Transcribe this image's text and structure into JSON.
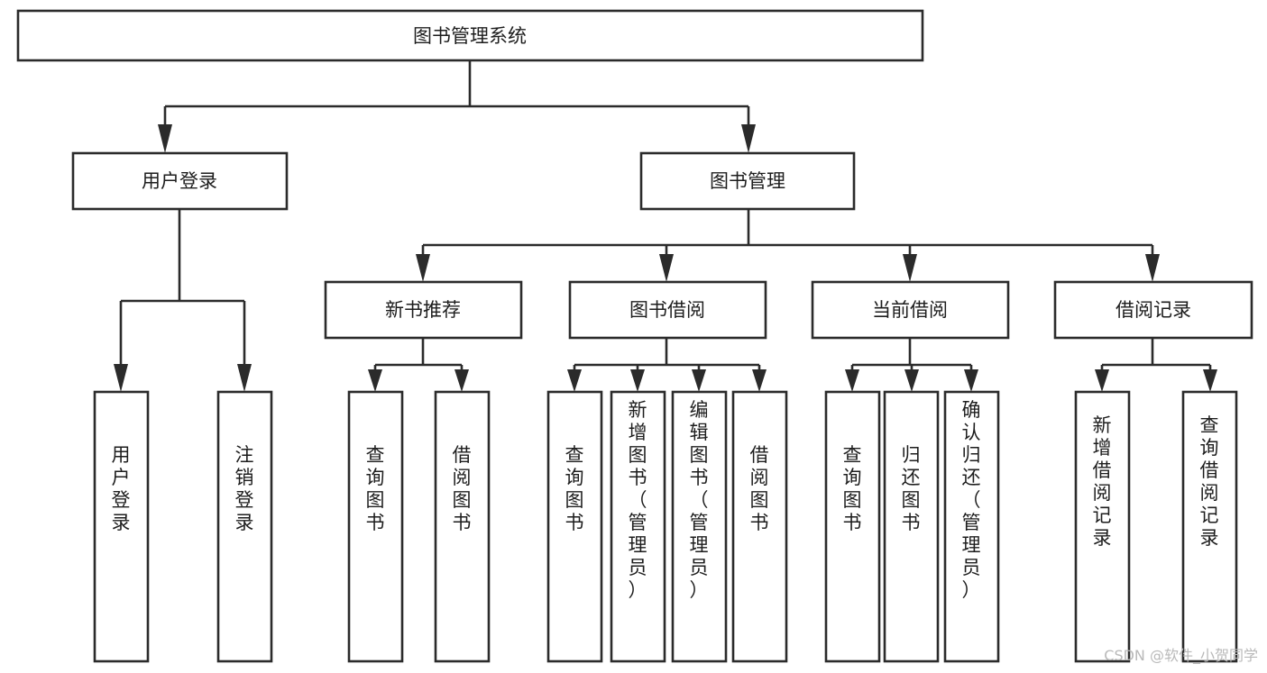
{
  "diagram": {
    "title": "图书管理系统",
    "type": "tree-hierarchy-chart",
    "orientation": "top-down",
    "colors": {
      "box_stroke": "#2b2b2b",
      "box_fill": "#ffffff",
      "connector": "#2b2b2b",
      "text": "#1d1d1d",
      "watermark": "#b9b9b9",
      "background": "#ffffff"
    }
  },
  "nodes": {
    "root": {
      "label": "图书管理系统"
    },
    "level2": [
      {
        "id": "user-login",
        "label": "用户登录"
      },
      {
        "id": "book-manage",
        "label": "图书管理"
      }
    ],
    "level3": [
      {
        "id": "new-book-recommend",
        "label": "新书推荐"
      },
      {
        "id": "book-borrow",
        "label": "图书借阅"
      },
      {
        "id": "current-borrow",
        "label": "当前借阅"
      },
      {
        "id": "borrow-record",
        "label": "借阅记录"
      }
    ],
    "leaves": {
      "user-login": [
        {
          "id": "leaf-user-login",
          "label": "用户登录"
        },
        {
          "id": "leaf-user-logout",
          "label": "注销登录"
        }
      ],
      "new-book-recommend": [
        {
          "id": "leaf-query-book-1",
          "label": "查询图书"
        },
        {
          "id": "leaf-borrow-book-1",
          "label": "借阅图书"
        }
      ],
      "book-borrow": [
        {
          "id": "leaf-query-book-2",
          "label": "查询图书"
        },
        {
          "id": "leaf-add-book",
          "label": "新增图书（管理员）"
        },
        {
          "id": "leaf-edit-book",
          "label": "编辑图书（管理员）"
        },
        {
          "id": "leaf-borrow-book-2",
          "label": "借阅图书"
        }
      ],
      "current-borrow": [
        {
          "id": "leaf-query-book-3",
          "label": "查询图书"
        },
        {
          "id": "leaf-return-book",
          "label": "归还图书"
        },
        {
          "id": "leaf-confirm-return",
          "label": "确认归还（管理员）"
        }
      ],
      "borrow-record": [
        {
          "id": "leaf-add-record",
          "label": "新增借阅记录"
        },
        {
          "id": "leaf-query-record",
          "label": "查询借阅记录"
        }
      ]
    }
  },
  "watermark": {
    "text": "CSDN @软件_小贺同学"
  }
}
